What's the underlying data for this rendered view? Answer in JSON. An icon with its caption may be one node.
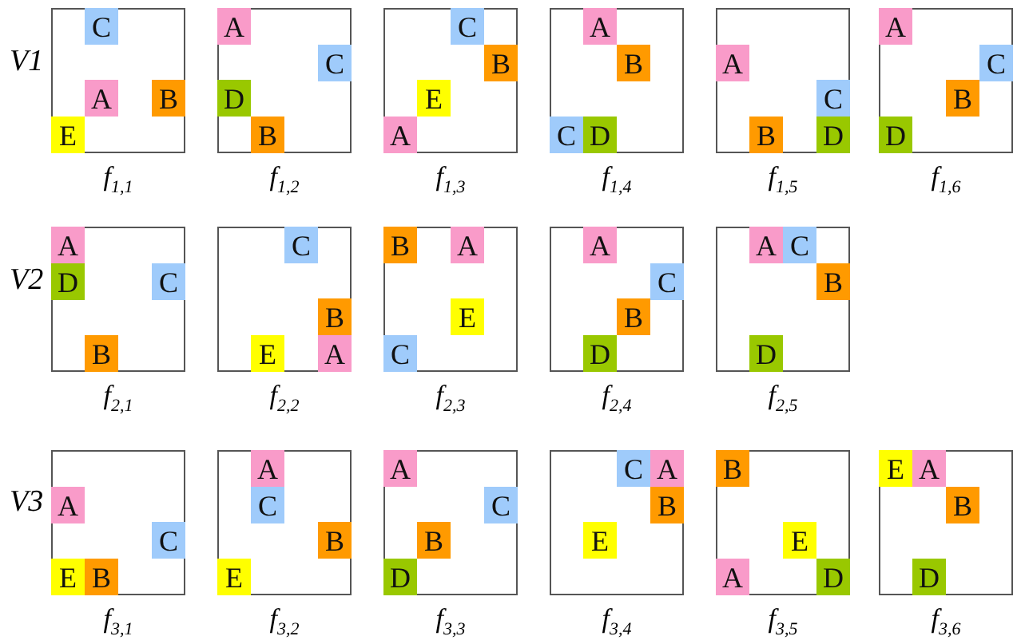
{
  "diagram": {
    "nodes": [
      {
        "text": [
          "f$_{1,1}$"
        ]
      },
      {
        "text": [
          "C"
        ],
        "in": 0
      },
      {
        "text": [
          "A"
        ],
        "in": 0
      },
      {
        "text": [
          "B"
        ],
        "in": 0
      },
      {
        "text": [
          "E"
        ],
        "in": 0
      },
      {
        "text": [
          "f$_{1,2}$"
        ]
      },
      {
        "text": [
          "A"
        ],
        "in": 5
      },
      {
        "text": [
          "C"
        ],
        "in": 5
      },
      {
        "text": [
          "D"
        ],
        "in": 5
      },
      {
        "text": [
          "B"
        ],
        "in": 5
      },
      {
        "text": [
          "f$_{1,3}$"
        ]
      },
      {
        "text": [
          "C"
        ],
        "in": 10
      },
      {
        "text": [
          "B"
        ],
        "in": 10
      },
      {
        "text": [
          "E"
        ],
        "in": 10
      },
      {
        "text": [
          "A"
        ],
        "in": 10
      },
      {
        "text": [
          "f$_{1,4}$"
        ]
      },
      {
        "text": [
          "A"
        ],
        "in": 15
      },
      {
        "text": [
          "B"
        ],
        "in": 15
      },
      {
        "text": [
          "C"
        ],
        "in": 15
      },
      {
        "text": [
          "D"
        ],
        "in": 15
      },
      {
        "text": [
          "f$_{1,5}$"
        ]
      },
      {
        "text": [
          "A"
        ],
        "in": 20
      },
      {
        "text": [
          "C"
        ],
        "in": 20
      },
      {
        "text": [
          "B"
        ],
        "in": 20
      },
      {
        "text": [
          "D"
        ],
        "in": 20
      },
      {
        "text": [
          "f$_{1,6}$"
        ]
      },
      {
        "text": [
          "A"
        ],
        "in": 25
      },
      {
        "text": [
          "C"
        ],
        "in": 25
      },
      {
        "text": [
          "B"
        ],
        "in": 25
      },
      {
        "text": [
          "D"
        ],
        "in": 25
      },
      {
        "text": [
          "f$_{2,1}$"
        ]
      },
      {
        "text": [
          "A"
        ],
        "in": 30
      },
      {
        "text": [
          "D"
        ],
        "in": 30
      },
      {
        "text": [
          "C"
        ],
        "in": 30
      },
      {
        "text": [
          "B"
        ],
        "in": 30
      },
      {
        "text": [
          "f$_{2,2}$"
        ]
      },
      {
        "text": [
          "C"
        ],
        "in": 35
      },
      {
        "text": [
          "B"
        ],
        "in": 35
      },
      {
        "text": [
          "E"
        ],
        "in": 35
      },
      {
        "text": [
          "A"
        ],
        "in": 35
      },
      {
        "text": [
          "f$_{2,3}$"
        ]
      },
      {
        "text": [
          "B"
        ],
        "in": 40
      },
      {
        "text": [
          "A"
        ],
        "in": 40
      },
      {
        "text": [
          "E"
        ],
        "in": 40
      },
      {
        "text": [
          "C"
        ],
        "in": 40
      },
      {
        "text": [
          "f$_{2,4}$"
        ]
      },
      {
        "text": [
          "A"
        ],
        "in": 45
      },
      {
        "text": [
          "C"
        ],
        "in": 45
      },
      {
        "text": [
          "B"
        ],
        "in": 45
      },
      {
        "text": [
          "D"
        ],
        "in": 45
      },
      {
        "text": [
          "f$_{2,5}$"
        ]
      },
      {
        "text": [
          "A"
        ],
        "in": 50
      },
      {
        "text": [
          "C"
        ],
        "in": 50
      },
      {
        "text": [
          "B"
        ],
        "in": 50
      },
      {
        "text": [
          "D"
        ],
        "in": 50
      },
      {
        "text": [
          "f$_{3,1}$"
        ]
      },
      {
        "text": [
          "A"
        ],
        "in": 55
      },
      {
        "text": [
          "C"
        ],
        "in": 55
      },
      {
        "text": [
          "E"
        ],
        "in": 55
      },
      {
        "text": [
          "B"
        ],
        "in": 55
      },
      {
        "text": [
          "f$_{3,2}$"
        ]
      },
      {
        "text": [
          "A"
        ],
        "in": 60
      },
      {
        "text": [
          "C"
        ],
        "in": 60
      },
      {
        "text": [
          "B"
        ],
        "in": 60
      },
      {
        "text": [
          "E"
        ],
        "in": 60
      },
      {
        "text": [
          "f$_{3,3}$"
        ]
      },
      {
        "text": [
          "A"
        ],
        "in": 65
      },
      {
        "text": [
          "C"
        ],
        "in": 65
      },
      {
        "text": [
          "B"
        ],
        "in": 65
      },
      {
        "text": [
          "D"
        ],
        "in": 65
      },
      {
        "text": [
          "f$_{3,4}$"
        ]
      },
      {
        "text": [
          "C"
        ],
        "in": 70
      },
      {
        "text": [
          "A"
        ],
        "in": 70
      },
      {
        "text": [
          "B"
        ],
        "in": 70
      },
      {
        "text": [
          "E"
        ],
        "in": 70
      },
      {
        "text": [
          "f$_{3,5}$"
        ]
      },
      {
        "text": [
          "B"
        ],
        "in": 75
      },
      {
        "text": [
          "E"
        ],
        "in": 75
      },
      {
        "text": [
          "A"
        ],
        "in": 75
      },
      {
        "text": [
          "D"
        ],
        "in": 75
      },
      {
        "text": [
          "f$_{3,6}$"
        ]
      },
      {
        "text": [
          "E"
        ],
        "in": 80
      },
      {
        "text": [
          "A"
        ],
        "in": 80
      },
      {
        "text": [
          "B"
        ],
        "in": 80
      },
      {
        "text": [
          "D"
        ],
        "in": 80
      }
    ],
    "labels": [
      "V1",
      "V2",
      "V3"
    ]
  }
}
